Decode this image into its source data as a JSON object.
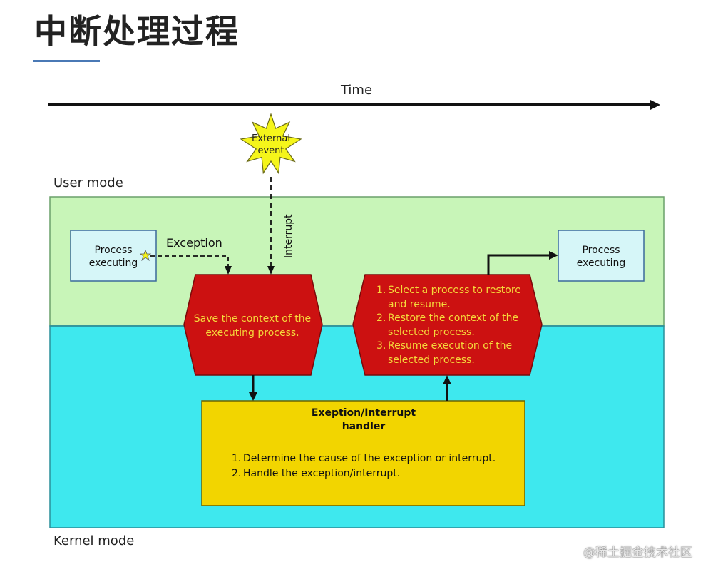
{
  "title": "中断处理过程",
  "time_label": "Time",
  "user_mode_label": "User mode",
  "kernel_mode_label": "Kernel mode",
  "external_event": "External\nevent",
  "interrupt_label": "Interrupt",
  "exception_label": "Exception",
  "process_executing_left": "Process\nexecuting",
  "process_executing_right": "Process\nexecuting",
  "save_context": "Save the context of the executing process.",
  "restore_steps": [
    "Select a process to restore and resume.",
    "Restore the context of the selected process.",
    "Resume execution of the selected process."
  ],
  "handler_title": "Exeption/Interrupt\nhandler",
  "handler_steps": [
    "Determine the cause of the exception or interrupt.",
    "Handle the exception/interrupt."
  ],
  "watermark": "@稀土掘金技术社区",
  "colors": {
    "user_mode_bg": "#c8f5b8",
    "kernel_mode_bg": "#3ee8ee",
    "hexagon_fill": "#cc1111",
    "hexagon_text": "#f5d93b",
    "handler_fill": "#f2d500",
    "star_fill": "#f5f51a",
    "process_box_fill": "#d6f6f8"
  }
}
